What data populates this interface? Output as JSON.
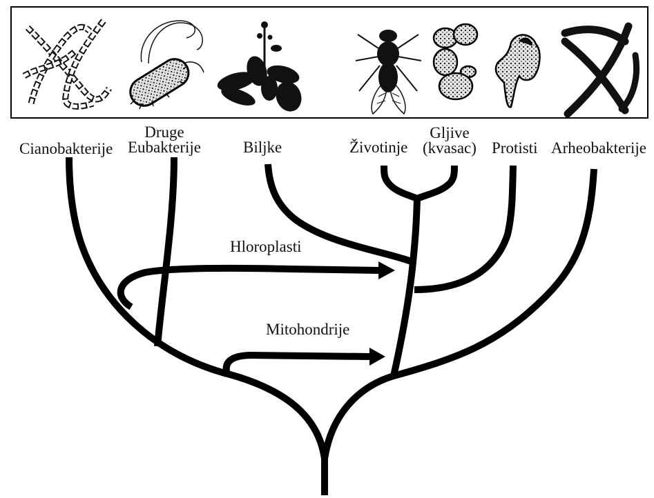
{
  "organisms": [
    {
      "id": "cyanobacteria",
      "name": "Cianobakterije",
      "icon": "cyanobacteria-chain-icon"
    },
    {
      "id": "other-eubacteria",
      "name_lines": [
        "Druge",
        "Eubakterije"
      ],
      "icon": "rod-bacterium-icon"
    },
    {
      "id": "plants",
      "name": "Biljke",
      "icon": "plant-icon"
    },
    {
      "id": "animals",
      "name": "Životinje",
      "icon": "fly-icon"
    },
    {
      "id": "fungi",
      "name_lines": [
        "Gljive",
        "(kvasac)"
      ],
      "icon": "yeast-cells-icon"
    },
    {
      "id": "protists",
      "name": "Protisti",
      "icon": "amoeba-icon"
    },
    {
      "id": "archaea",
      "name": "Arheobakterije",
      "icon": "archaea-filaments-icon"
    }
  ],
  "transfers": {
    "chloroplasts": "Hloroplasti",
    "mitochondria": "Mitohondrije"
  },
  "colors": {
    "branch": "#000000",
    "icon_fill": "#1a1a1a",
    "icon_light": "#d8d8d8",
    "frame": "#000000",
    "background": "#ffffff"
  }
}
